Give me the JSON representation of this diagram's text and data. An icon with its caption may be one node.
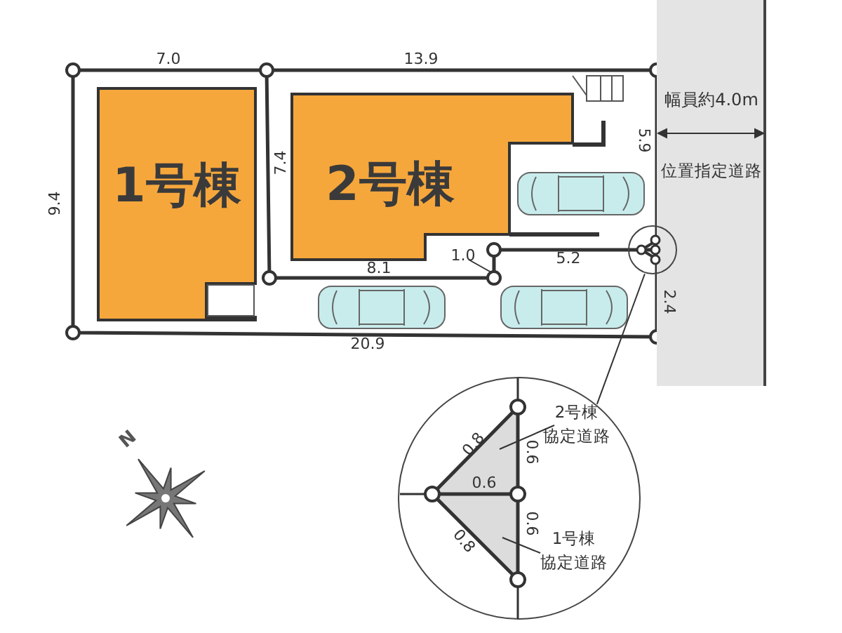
{
  "diagram": {
    "nodes": [
      {
        "text": [
          "1号棟"
        ]
      },
      {
        "text": [
          "2号棟"
        ]
      },
      {
        "text": [
          "幅員約4.0m",
          "位置指定道路"
        ]
      },
      {
        "text": [],
        "shape": "circle"
      },
      {
        "text": [],
        "shape": "circle"
      },
      {
        "text": [
          "2号棟",
          "協定道路"
        ],
        "in": 4
      },
      {
        "text": [],
        "shape": "triangle",
        "in": 4
      },
      {
        "text": [
          "1号棟",
          "協定道路"
        ],
        "in": 4
      },
      {
        "text": [],
        "shape": "triangle",
        "in": 4
      }
    ],
    "edges": [
      {
        "from": 3,
        "to": 4,
        "arrow": "none"
      },
      {
        "from": 5,
        "to": 6,
        "arrow": "none"
      },
      {
        "from": 7,
        "to": 8,
        "arrow": "none"
      }
    ],
    "labels": [
      "7.0",
      "13.9",
      "9.4",
      "7.4",
      "5.9",
      "1.0",
      "5.2",
      "8.1",
      "2.4",
      "20.9",
      "0.8",
      "0.6",
      "0.6",
      "0.6",
      "0.8",
      "N"
    ]
  }
}
